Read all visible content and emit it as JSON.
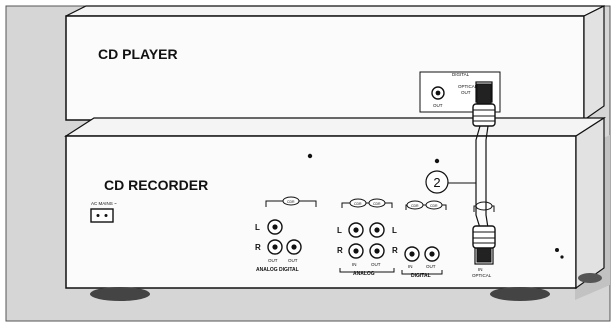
{
  "player": {
    "label": "CD PLAYER",
    "digital_header": "DIGITAL",
    "coax_out_label": "OUT",
    "optical_label_1": "OPTICAL",
    "optical_label_2": "OUT"
  },
  "recorder": {
    "label": "CD RECORDER",
    "mains_label": "AC MAINS ~",
    "cdr_label": "CDR",
    "cdr_out_row": [
      "OUT",
      "OUT"
    ],
    "cdr_bottom": "ANALOG DIGITAL",
    "analog_caps": [
      "CDR",
      "CDR"
    ],
    "analog_bottom_labels": [
      "IN",
      "OUT"
    ],
    "analog_bottom": "ANALOG",
    "digital_caps": [
      "CDR",
      "CDR"
    ],
    "digital_bottom_labels": [
      "IN",
      "OUT"
    ],
    "digital_bottom": "DIGITAL",
    "optical_in_1": "IN",
    "optical_in_2": "OPTICAL",
    "channel_left": "L",
    "channel_right": "R"
  },
  "callout": "2"
}
